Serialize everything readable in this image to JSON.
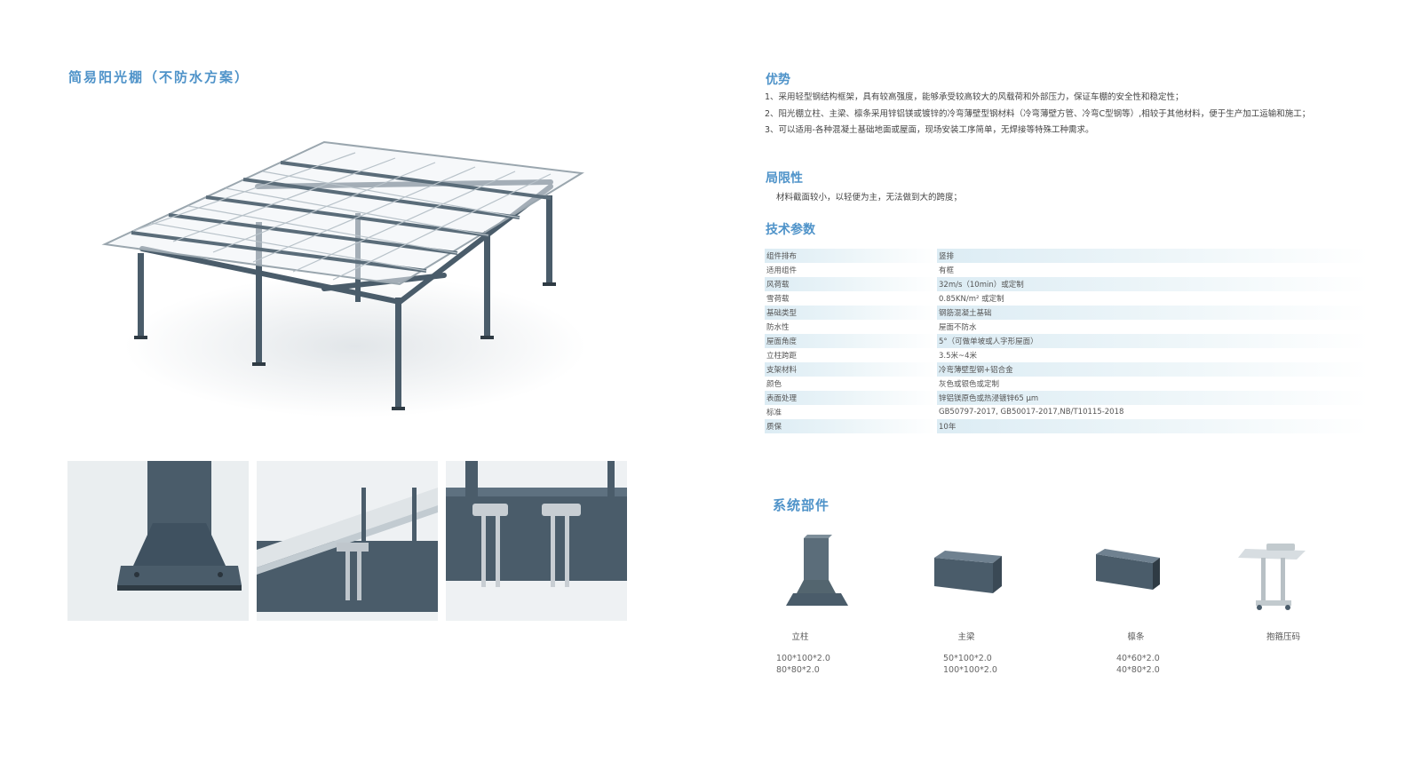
{
  "left": {
    "title": "简易阳光棚（不防水方案）"
  },
  "advantages": {
    "title": "优势",
    "items": [
      "1、采用轻型钢结构框架，具有较高强度，能够承受较高较大的风载荷和外部压力，保证车棚的安全性和稳定性；",
      "2、阳光棚立柱、主梁、檩条采用锌铝镁或镀锌的冷弯薄壁型钢材料（冷弯薄壁方管、冷弯C型钢等）,相较于其他材料，便于生产加工运输和施工；",
      "3、可以适用-各种混凝土基础地面或屋面，现场安装工序简单，无焊接等特殊工种需求。"
    ]
  },
  "limitations": {
    "title": "局限性",
    "text": "材料截面较小，以轻便为主，无法做到大的跨度；"
  },
  "tech": {
    "title": "技术参数",
    "rows": [
      {
        "k": "组件排布",
        "v": "竖排"
      },
      {
        "k": "适用组件",
        "v": "有框"
      },
      {
        "k": "风荷载",
        "v": "32m/s（10min）或定制"
      },
      {
        "k": "雪荷载",
        "v": "0.85KN/m² 或定制"
      },
      {
        "k": "基础类型",
        "v": "钢筋混凝土基础"
      },
      {
        "k": "防水性",
        "v": "屋面不防水"
      },
      {
        "k": "屋面角度",
        "v": "5°（可做单坡或人字形屋面）"
      },
      {
        "k": "立柱跨距",
        "v": "3.5米~4米"
      },
      {
        "k": "支架材料",
        "v": "冷弯薄壁型钢+铝合金"
      },
      {
        "k": "颜色",
        "v": "灰色或银色或定制"
      },
      {
        "k": "表面处理",
        "v": "锌铝镁原色或热浸镀锌65 μm"
      },
      {
        "k": "标准",
        "v": "GB50797-2017, GB50017-2017,NB/T10115-2018"
      },
      {
        "k": "质保",
        "v": "10年"
      }
    ]
  },
  "parts": {
    "title": "系统部件",
    "items": [
      {
        "label": "立柱",
        "specs": [
          "100*100*2.0",
          "80*80*2.0"
        ]
      },
      {
        "label": "主梁",
        "specs": [
          "50*100*2.0",
          "100*100*2.0"
        ]
      },
      {
        "label": "檩条",
        "specs": [
          "40*60*2.0",
          "40*80*2.0"
        ]
      },
      {
        "label": "抱箍压码",
        "specs": []
      }
    ]
  },
  "colors": {
    "accent": "#4f93c9",
    "steel": "#4a5c6a",
    "row_tint": "#dcecf4"
  }
}
